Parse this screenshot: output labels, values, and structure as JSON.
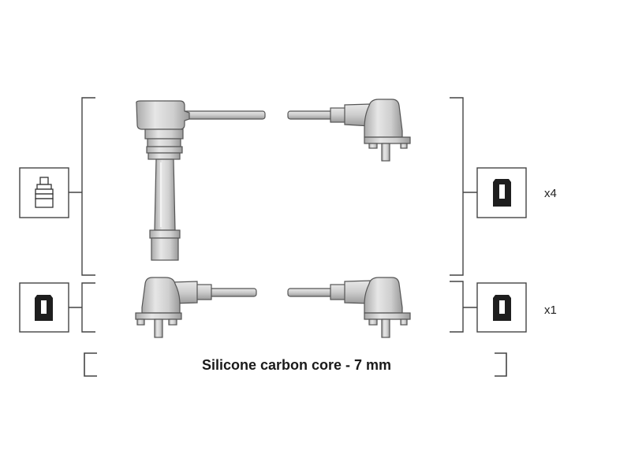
{
  "caption": "Silicone carbon core - 7 mm",
  "quantities": {
    "group_1": "x4",
    "group_2": "x1"
  },
  "icons": {
    "coil_end_top": "plug-terminal-icon",
    "coil_end_bottom": "boot-terminal-icon",
    "plug_end_top": "boot-terminal-icon",
    "plug_end_bottom": "boot-terminal-icon"
  },
  "colors": {
    "line": "#444444",
    "part_fill": "#d2d2d2",
    "part_stroke": "#555555",
    "icon_dark": "#1e1e1e"
  }
}
